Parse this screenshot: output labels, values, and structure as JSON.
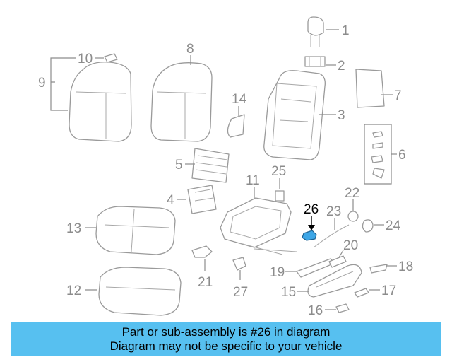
{
  "callouts": {
    "c1": "1",
    "c2": "2",
    "c3": "3",
    "c4": "4",
    "c5": "5",
    "c6": "6",
    "c7": "7",
    "c8": "8",
    "c9": "9",
    "c10": "10",
    "c11": "11",
    "c12": "12",
    "c13": "13",
    "c14": "14",
    "c15": "15",
    "c16": "16",
    "c17": "17",
    "c18": "18",
    "c19": "19",
    "c20": "20",
    "c21": "21",
    "c22": "22",
    "c23": "23",
    "c24": "24",
    "c25": "25",
    "c26": "26",
    "c27": "27"
  },
  "highlighted_part": "26",
  "colors": {
    "highlight_fill": "#3da6e6",
    "banner_bg": "#57c0f0",
    "callout_gray": "#8c8c8c"
  },
  "banner": {
    "line1": "Part or sub-assembly is #26 in diagram",
    "line2": "Diagram may not be specific to your vehicle"
  }
}
